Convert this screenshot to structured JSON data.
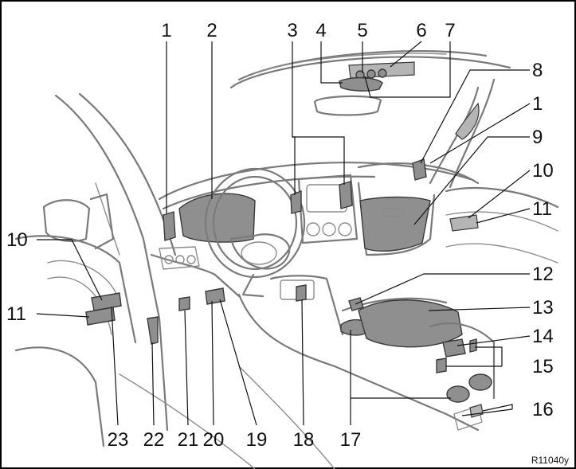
{
  "figure": {
    "reference_code": "R11040y",
    "callouts": [
      "1",
      "2",
      "3",
      "4",
      "5",
      "6",
      "7",
      "8",
      "1",
      "9",
      "10",
      "11",
      "10",
      "11",
      "12",
      "13",
      "14",
      "15",
      "16",
      "17",
      "18",
      "19",
      "20",
      "21",
      "22",
      "23"
    ]
  }
}
